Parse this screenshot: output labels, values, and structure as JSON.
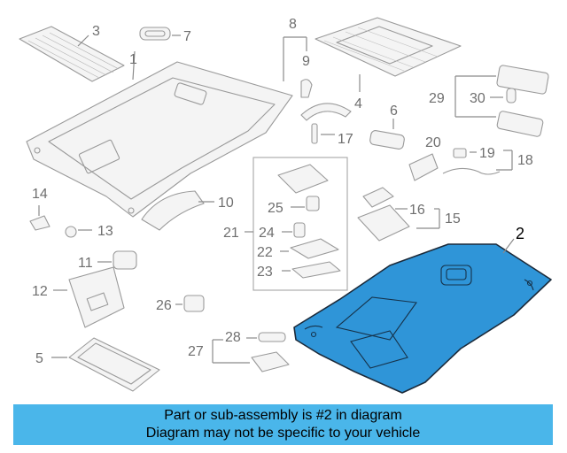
{
  "callouts": {
    "c1": "1",
    "c2": "2",
    "c3": "3",
    "c4": "4",
    "c5": "5",
    "c6": "6",
    "c7": "7",
    "c8": "8",
    "c9": "9",
    "c10": "10",
    "c11": "11",
    "c12": "12",
    "c13": "13",
    "c14": "14",
    "c15": "15",
    "c16": "16",
    "c17": "17",
    "c18": "18",
    "c19": "19",
    "c20": "20",
    "c21": "21",
    "c22": "22",
    "c23": "23",
    "c24": "24",
    "c25": "25",
    "c26": "26",
    "c27": "27",
    "c28": "28",
    "c29": "29",
    "c30": "30"
  },
  "banner": {
    "line1": "Part or sub-assembly is #2 in diagram",
    "line2": "Diagram may not be specific to your vehicle"
  },
  "colors": {
    "highlight_part": "#2f95d8",
    "banner_background": "#4ab6ea"
  },
  "highlighted_part": "2"
}
